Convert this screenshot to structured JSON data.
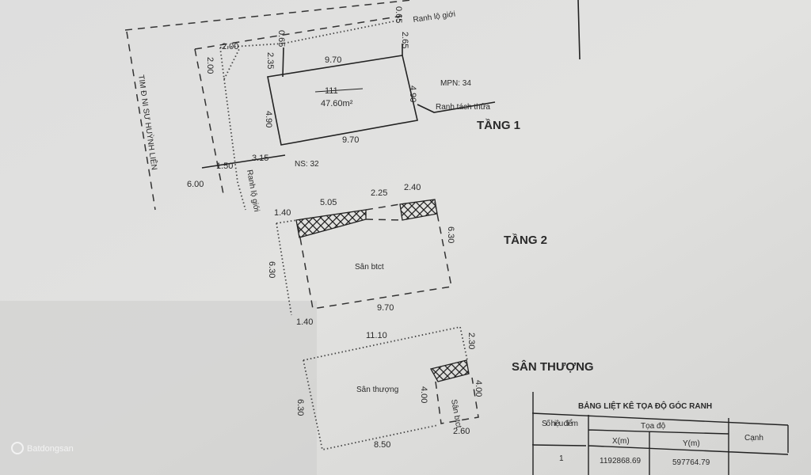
{
  "floor1": {
    "title": "TẦNG 1",
    "parcel_number": "111",
    "area": "47.60m²",
    "street": "TIM Đ NI SƯ HUỲNH LIÊN",
    "mpn": "MPN: 34",
    "ns": "NS: 32",
    "ranh_lo_gioi_top": "Ranh lộ giới",
    "ranh_lo_gioi_left": "Ranh lộ giới",
    "ranh_tach_thua": "Ranh tách thửa",
    "dims": {
      "top": "9.70",
      "bottom": "9.70",
      "left": "4.90",
      "right": "4.90",
      "setback_left": "2.35",
      "setback_right": "2.65",
      "offset_a": "0.65",
      "offset_b": "0.65",
      "corner_h": "2.00",
      "corner_v": "2.00",
      "seg_a": "1.50",
      "seg_b": "3.15",
      "road": "6.00"
    }
  },
  "floor2": {
    "title": "TẦNG 2",
    "label": "Sân btct",
    "dims": {
      "a": "1.40",
      "b": "5.05",
      "c": "2.25",
      "d": "2.40",
      "right": "6.30",
      "left": "6.30",
      "bottom": "9.70",
      "bottom_left": "1.40"
    }
  },
  "rooftop": {
    "title": "SÂN THƯỢNG",
    "label": "Sân thượng",
    "small_label": "Sân btct",
    "dims": {
      "top": "11.10",
      "right_top": "2.30",
      "left": "6.30",
      "bottom": "8.50",
      "inner_left": "4.00",
      "inner_right": "4.00",
      "inner_bottom": "2.60"
    }
  },
  "table": {
    "title": "BẢNG LIỆT KÊ TỌA ĐỘ GÓC RANH",
    "headers": {
      "point": "Số hiệu điểm",
      "coords": "Tọa độ",
      "x": "X(m)",
      "y": "Y(m)",
      "edge": "Cạnh"
    },
    "rows": [
      {
        "point": "1",
        "x": "1192868.69",
        "y": "597764.79"
      }
    ]
  },
  "watermark": "Batdongsan"
}
